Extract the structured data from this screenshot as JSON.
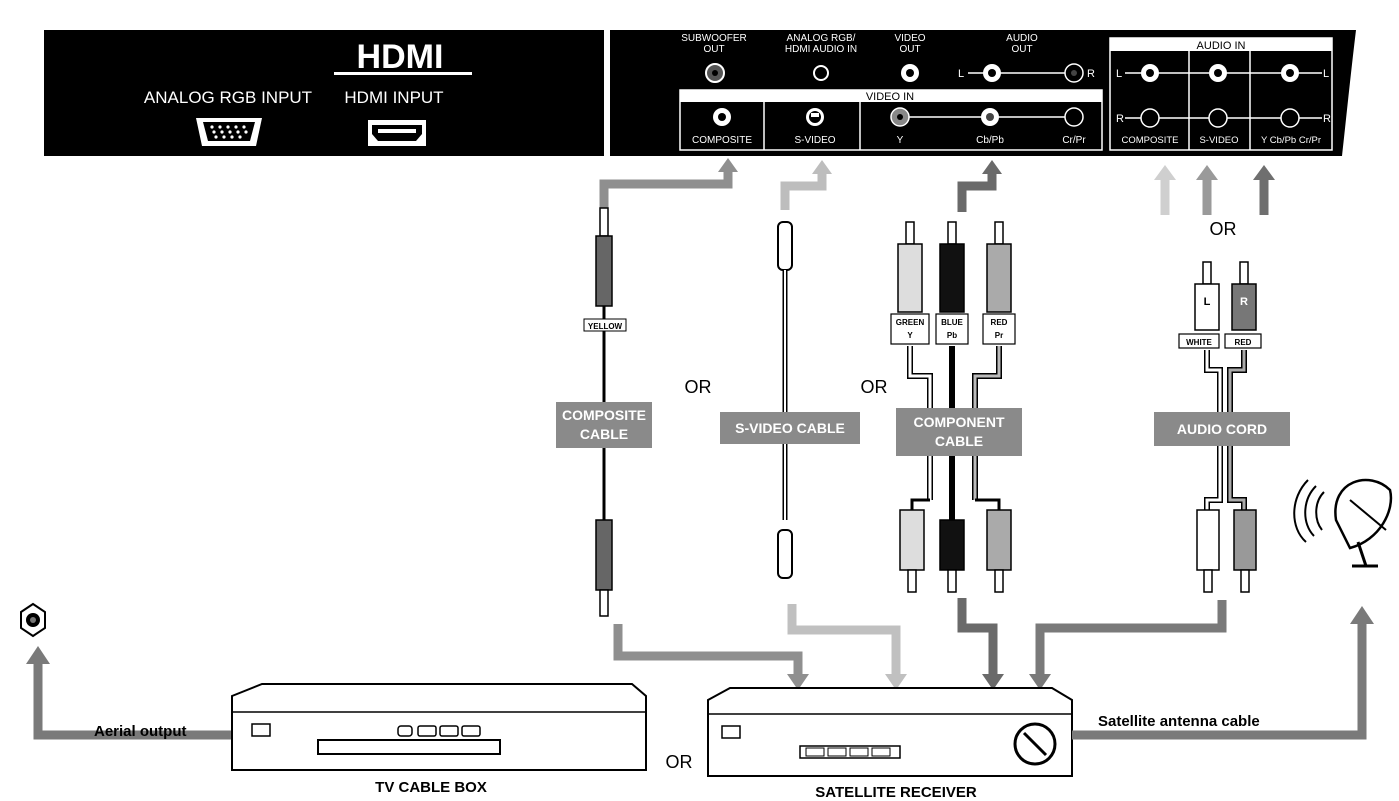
{
  "left_panel": {
    "hdmi_logo": "HDMI",
    "analog_rgb_input": "ANALOG RGB INPUT",
    "hdmi_input": "HDMI INPUT"
  },
  "right_panel": {
    "subwoofer_out": [
      "SUBWOOFER",
      "OUT"
    ],
    "analog_rgb_hdmi_audio_in": [
      "ANALOG RGB/",
      "HDMI AUDIO IN"
    ],
    "video_out": [
      "VIDEO",
      "OUT"
    ],
    "audio_out": [
      "AUDIO",
      "OUT"
    ],
    "audio_out_l": "L",
    "audio_out_r": "R",
    "video_in": "VIDEO IN",
    "video_in_ports": [
      "COMPOSITE",
      "S-VIDEO",
      "Y",
      "Cb/Pb",
      "Cr/Pr"
    ],
    "audio_in": "AUDIO IN",
    "audio_in_l": "L",
    "audio_in_r": "R",
    "audio_in_ports": [
      "COMPOSITE",
      "S-VIDEO",
      "Y Cb/Pb Cr/Pr"
    ]
  },
  "cables": {
    "composite_tag": "YELLOW",
    "composite_label": [
      "COMPOSITE",
      "CABLE"
    ],
    "svideo_label": "S-VIDEO CABLE",
    "component_tags": [
      [
        "GREEN",
        "Y"
      ],
      [
        "BLUE",
        "Pb"
      ],
      [
        "RED",
        "Pr"
      ]
    ],
    "component_label": [
      "COMPONENT",
      "CABLE"
    ],
    "audio_plug_l": "L",
    "audio_plug_r": "R",
    "audio_tags": [
      "WHITE",
      "RED"
    ],
    "audio_label": "AUDIO CORD"
  },
  "or_labels": [
    "OR",
    "OR",
    "OR",
    "OR"
  ],
  "devices": {
    "aerial_output": "Aerial output",
    "tv_cable_box": "TV CABLE BOX",
    "satellite_receiver": "SATELLITE RECEIVER",
    "satellite_antenna_cable": "Satellite antenna cable"
  },
  "colors": {
    "panel": "#000000",
    "label_box": "#8a8a8a",
    "arrow_dark": "#6a6a6a",
    "arrow_light": "#bdbdbd"
  }
}
